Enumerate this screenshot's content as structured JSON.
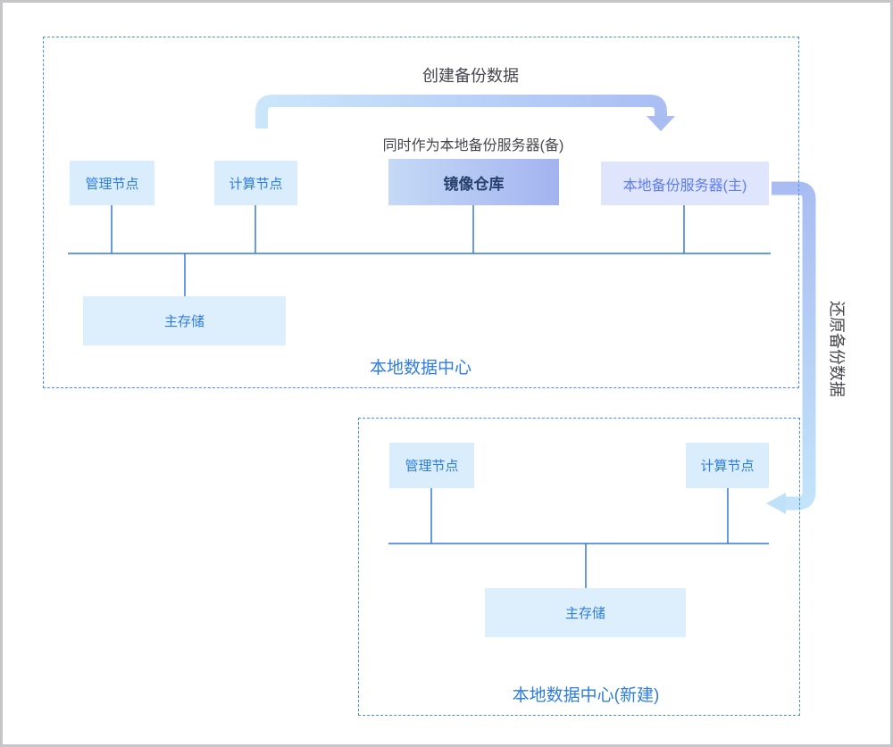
{
  "diagram": {
    "arrows": {
      "create": "创建备份数据",
      "restore": "还原备份数据"
    },
    "top_dc": {
      "label": "本地数据中心",
      "note": "同时作为本地备份服务器(备)",
      "nodes": {
        "mgmt": "管理节点",
        "compute": "计算节点",
        "mirror": "镜像仓库",
        "backup_server": "本地备份服务器(主)",
        "storage": "主存储"
      }
    },
    "bottom_dc": {
      "label": "本地数据中心(新建)",
      "nodes": {
        "mgmt": "管理节点",
        "compute": "计算节点",
        "storage": "主存储"
      }
    },
    "colors": {
      "node_fill": "#d9edfc",
      "node_text": "#2e7de2",
      "mirror_fill_start": "#c5daf6",
      "mirror_fill_end": "#a3b3f0",
      "mirror_text": "#27406e",
      "server_fill": "#dfe5fc",
      "server_text": "#5c7cf2",
      "connector_line": "#3579de",
      "dashed_border": "#4a8cf5",
      "arrow_gradient_light": "#cbe7fb",
      "arrow_gradient_dark": "#a9bdf3",
      "annotation_text": "#46464e",
      "dc_label_text": "#2e7de2",
      "frame_border": "#c4c6c8"
    }
  }
}
